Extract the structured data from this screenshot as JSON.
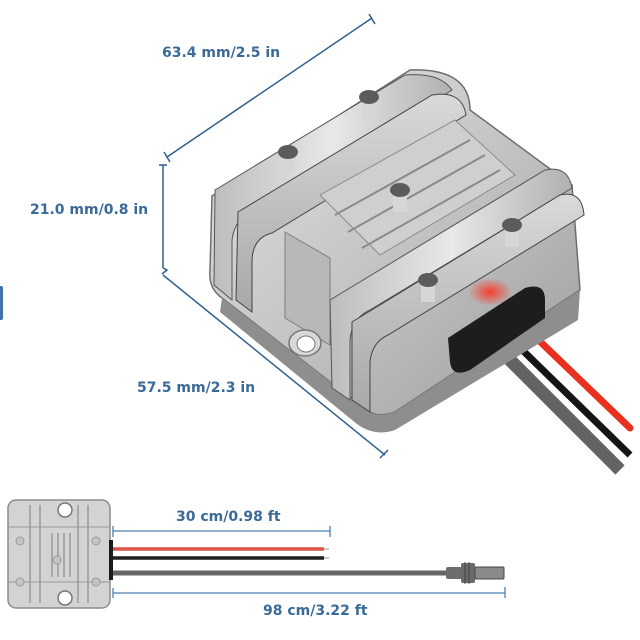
{
  "dimensions": {
    "length": {
      "label": "63.4 mm/2.5 in"
    },
    "height": {
      "label": "21.0 mm/0.8 in"
    },
    "width": {
      "label": "57.5 mm/2.3 in"
    }
  },
  "cables": {
    "short_leads": {
      "label": "30 cm/0.98 ft"
    },
    "total_length": {
      "label": "98 cm/3.22 ft"
    }
  },
  "colors": {
    "dimension_line": "#2f5f8f",
    "label_text": "#3a6a98",
    "housing": "#c9c9c9",
    "wire_red": "#e8321f",
    "wire_black": "#1a1a1a",
    "wire_gray": "#6b6b6b"
  }
}
